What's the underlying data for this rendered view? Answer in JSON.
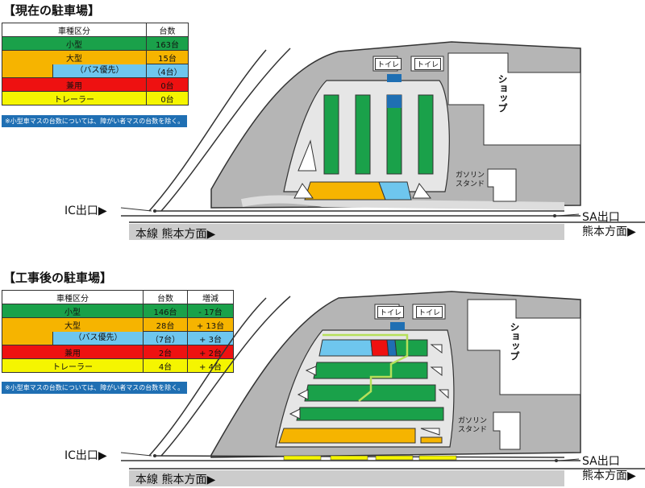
{
  "current": {
    "title": "【現在の駐車場】",
    "header": [
      "車種区分",
      "台数"
    ],
    "rows": [
      {
        "type": "小型",
        "count": "163台",
        "color": "#1aa14a"
      },
      {
        "type": "大型",
        "count": "15台",
        "color": "#f6b400"
      },
      {
        "type": "（バス優先）",
        "count": "（4台）",
        "color": "#6ec6ee"
      },
      {
        "type": "兼用",
        "count": "0台",
        "color": "#ee1111"
      },
      {
        "type": "トレーラー",
        "count": "0台",
        "color": "#f5f500"
      }
    ],
    "note": "※小型車マスの台数については、障がい者マスの台数を除く。"
  },
  "after": {
    "title": "【工事後の駐車場】",
    "header": [
      "車種区分",
      "台数",
      "増減"
    ],
    "rows": [
      {
        "type": "小型",
        "count": "146台",
        "diff": "- 17台",
        "color": "#1aa14a"
      },
      {
        "type": "大型",
        "count": "28台",
        "diff": "+ 13台",
        "color": "#f6b400"
      },
      {
        "type": "（バス優先）",
        "count": "（7台）",
        "diff": "+ 3台",
        "color": "#6ec6ee"
      },
      {
        "type": "兼用",
        "count": "2台",
        "diff": "+ 2台",
        "color": "#ee1111"
      },
      {
        "type": "トレーラー",
        "count": "4台",
        "diff": "+ 4台",
        "color": "#f5f500"
      }
    ],
    "note": "※小型車マスの台数については、障がい者マスの台数を除く。"
  },
  "map": {
    "ic_exit": "IC出口▶",
    "sa_exit": "SA出口",
    "sa_dir": "熊本方面▶",
    "mainline": "本線 熊本方面▶",
    "toilet1": "トイレ",
    "toilet2": "トイレ",
    "shop": "ショップ",
    "gas1": "ガソリン",
    "gas2": "スタンド"
  }
}
